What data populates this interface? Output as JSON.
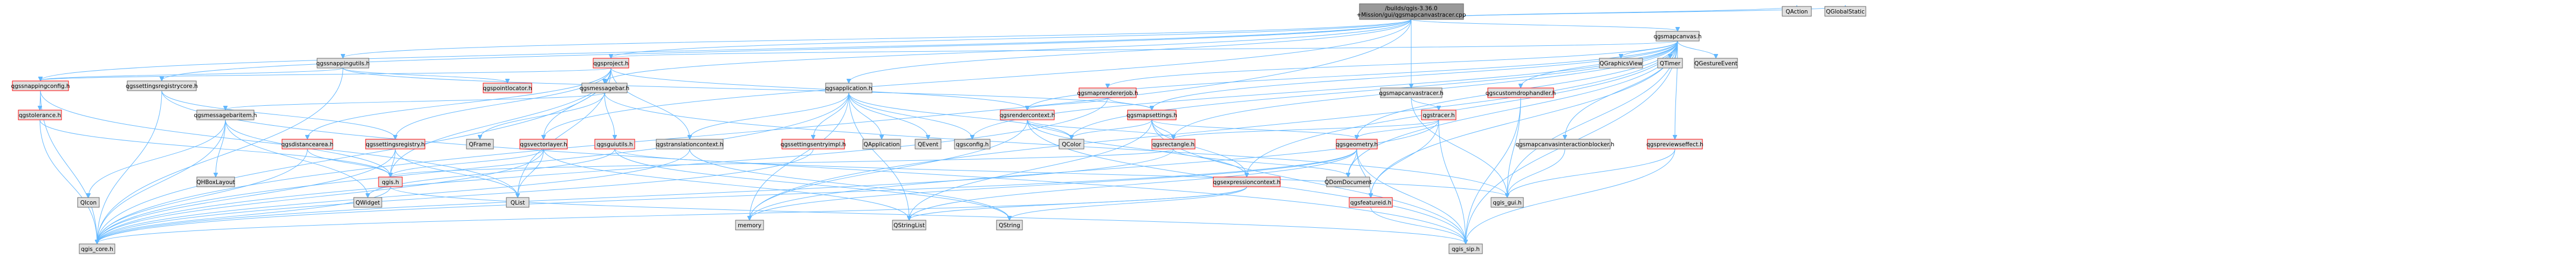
{
  "root": {
    "line1": "/builds/qgis-3.36.0",
    "line2": "+Mission/gui/qgsmapcanvastracer.cpp"
  },
  "colors": {
    "edge": "#63b8ff",
    "node_fill": "#e0e0e0",
    "node_border": "#666666",
    "node_link_border": "#ff0000",
    "root_fill": "#999999"
  },
  "nodes": [
    {
      "id": "qgsmapcanvas_h",
      "label": "qgsmapcanvas.h",
      "style": "plain"
    },
    {
      "id": "qgsproject_h",
      "label": "qgsproject.h",
      "style": "red"
    },
    {
      "id": "qgssnappingutils_h",
      "label": "qgssnappingutils.h",
      "style": "plain"
    },
    {
      "id": "qgssnappingconfig_h",
      "label": "qgssnappingconfig.h",
      "style": "red"
    },
    {
      "id": "qgstolerance_h",
      "label": "qgstolerance.h",
      "style": "red"
    },
    {
      "id": "qgssettingsregistrycore_h",
      "label": "qgssettingsregistrycore.h",
      "style": "plain"
    },
    {
      "id": "qgsmessagebaritem_h",
      "label": "qgsmessagebaritem.h",
      "style": "plain"
    },
    {
      "id": "qgspointlocator_h",
      "label": "qgspointlocator.h",
      "style": "red"
    },
    {
      "id": "qgsmessagebar_h",
      "label": "qgsmessagebar.h",
      "style": "plain"
    },
    {
      "id": "qgsapplication_h",
      "label": "qgsapplication.h",
      "style": "plain"
    },
    {
      "id": "qgsrendercontext_h",
      "label": "qgsrendercontext.h",
      "style": "red"
    },
    {
      "id": "qgsmaprendererjob_h",
      "label": "qgsmaprendererjob.h",
      "style": "red"
    },
    {
      "id": "qgsmapsettings_h",
      "label": "qgsmapsettings.h",
      "style": "red"
    },
    {
      "id": "qgsmapcanvastracer_h",
      "label": "qgsmapcanvastracer.h",
      "style": "plain"
    },
    {
      "id": "qgscustomdrophandler_h",
      "label": "qgscustomdrophandler.h",
      "style": "red"
    },
    {
      "id": "qgstracer_h",
      "label": "qgstracer.h",
      "style": "red"
    },
    {
      "id": "qgsmapcanvasinteractionblocker_h",
      "label": "qgsmapcanvasinteractionblocker.h",
      "style": "plain"
    },
    {
      "id": "qgspreviewseffect_h",
      "label": "qgspreviewseffect.h",
      "style": "red"
    },
    {
      "id": "qgsdistancearea_h",
      "label": "qgsdistancearea.h",
      "style": "red"
    },
    {
      "id": "qgssettingsregistry_h",
      "label": "qgssettingsregistry.h",
      "style": "red"
    },
    {
      "id": "qgsvectorlayer_h",
      "label": "qgsvectorlayer.h",
      "style": "red"
    },
    {
      "id": "qgsguiutils_h",
      "label": "qgsguiutils.h",
      "style": "red"
    },
    {
      "id": "qgstranslationcontext_h",
      "label": "qgstranslationcontext.h",
      "style": "plain"
    },
    {
      "id": "qgssettingsentryimpl_h",
      "label": "qgssettingsentryimpl.h",
      "style": "red"
    },
    {
      "id": "qgsrectangle_h",
      "label": "qgsrectangle.h",
      "style": "red"
    },
    {
      "id": "qgsgeometry_h",
      "label": "qgsgeometry.h",
      "style": "red"
    },
    {
      "id": "qgsexpressioncontext_h",
      "label": "qgsexpressioncontext.h",
      "style": "red"
    },
    {
      "id": "qgsfeatureid_h",
      "label": "qgsfeatureid.h",
      "style": "red"
    },
    {
      "id": "qgis_h",
      "label": "qgis.h",
      "style": "red"
    },
    {
      "id": "qgsconfig_h",
      "label": "qgsconfig.h",
      "style": "plain"
    },
    {
      "id": "QColor",
      "label": "QColor",
      "style": "plain"
    },
    {
      "id": "QFrame",
      "label": "QFrame",
      "style": "plain"
    },
    {
      "id": "QApplication",
      "label": "QApplication",
      "style": "plain"
    },
    {
      "id": "QEvent",
      "label": "QEvent",
      "style": "plain"
    },
    {
      "id": "QGraphicsView",
      "label": "QGraphicsView",
      "style": "plain"
    },
    {
      "id": "QTimer",
      "label": "QTimer",
      "style": "plain"
    },
    {
      "id": "QGestureEvent",
      "label": "QGestureEvent",
      "style": "plain"
    },
    {
      "id": "QAction",
      "label": "QAction",
      "style": "plain"
    },
    {
      "id": "QGlobalStatic",
      "label": "QGlobalStatic",
      "style": "plain"
    },
    {
      "id": "QIcon",
      "label": "QIcon",
      "style": "plain"
    },
    {
      "id": "QHBoxLayout",
      "label": "QHBoxLayout",
      "style": "plain"
    },
    {
      "id": "QWidget",
      "label": "QWidget",
      "style": "plain"
    },
    {
      "id": "QList",
      "label": "QList",
      "style": "plain"
    },
    {
      "id": "QStringList",
      "label": "QStringList",
      "style": "plain"
    },
    {
      "id": "QString",
      "label": "QString",
      "style": "plain"
    },
    {
      "id": "QDomDocument",
      "label": "QDomDocument",
      "style": "plain"
    },
    {
      "id": "memory",
      "label": "memory",
      "style": "plain"
    },
    {
      "id": "qgis_core_h",
      "label": "qgis_core.h",
      "style": "plain"
    },
    {
      "id": "qgis_gui_h",
      "label": "qgis_gui.h",
      "style": "plain"
    },
    {
      "id": "qgis_sip_h",
      "label": "qgis_sip.h",
      "style": "plain"
    }
  ],
  "edges": [
    [
      "root",
      "qgsmapcanvas_h"
    ],
    [
      "root",
      "qgsproject_h"
    ],
    [
      "root",
      "qgssnappingutils_h"
    ],
    [
      "root",
      "qgssnappingconfig_h"
    ],
    [
      "root",
      "qgssettingsregistrycore_h"
    ],
    [
      "root",
      "qgsmessagebar_h"
    ],
    [
      "root",
      "qgsapplication_h"
    ],
    [
      "root",
      "qgsmapcanvastracer_h"
    ],
    [
      "root",
      "qgsvectorlayer_h"
    ],
    [
      "root",
      "qgis_core_h"
    ],
    [
      "root",
      "QAction"
    ],
    [
      "root",
      "QGlobalStatic"
    ],
    [
      "qgsmapcanvas_h",
      "qgsconfig_h"
    ],
    [
      "qgsmapcanvas_h",
      "qgsmaprendererjob_h"
    ],
    [
      "qgsmapcanvas_h",
      "qgsmapsettings_h"
    ],
    [
      "qgsmapcanvas_h",
      "qgsproject_h"
    ],
    [
      "qgsmapcanvas_h",
      "qgsrendercontext_h"
    ],
    [
      "qgsmapcanvas_h",
      "qgsrectangle_h"
    ],
    [
      "qgsmapcanvas_h",
      "qgsgeometry_h"
    ],
    [
      "qgsmapcanvas_h",
      "qgsfeatureid_h"
    ],
    [
      "qgsmapcanvas_h",
      "qgis_gui_h"
    ],
    [
      "qgsmapcanvas_h",
      "qgis_sip_h"
    ],
    [
      "qgsmapcanvas_h",
      "QGraphicsView"
    ],
    [
      "qgsmapcanvas_h",
      "QTimer"
    ],
    [
      "qgsmapcanvas_h",
      "QGestureEvent"
    ],
    [
      "qgsmapcanvas_h",
      "QColor"
    ],
    [
      "qgsmapcanvas_h",
      "QDomDocument"
    ],
    [
      "qgsmapcanvas_h",
      "qgscustomdrophandler_h"
    ],
    [
      "qgsmapcanvas_h",
      "qgsmapcanvasinteractionblocker_h"
    ],
    [
      "qgsmapcanvas_h",
      "qgspreviewseffect_h"
    ],
    [
      "qgsmapcanvas_h",
      "qgsexpressioncontext_h"
    ],
    [
      "qgsmapcanvas_h",
      "memory"
    ],
    [
      "qgsproject_h",
      "qgsrendercontext_h"
    ],
    [
      "qgsproject_h",
      "qgstranslationcontext_h"
    ],
    [
      "qgsproject_h",
      "QList"
    ],
    [
      "qgsproject_h",
      "qgis_core_h"
    ],
    [
      "qgsproject_h",
      "qgsvectorlayer_h"
    ],
    [
      "qgsproject_h",
      "qgssnappingconfig_h"
    ],
    [
      "qgsproject_h",
      "qgsdistancearea_h"
    ],
    [
      "qgsproject_h",
      "qgssettingsregistry_h"
    ],
    [
      "qgsproject_h",
      "qgis_h"
    ],
    [
      "qgssnappingutils_h",
      "qgsmapsettings_h"
    ],
    [
      "qgssnappingutils_h",
      "qgssnappingconfig_h"
    ],
    [
      "qgssnappingutils_h",
      "qgspointlocator_h"
    ],
    [
      "qgssnappingutils_h",
      "qgis_core_h"
    ],
    [
      "qgssnappingconfig_h",
      "qgstolerance_h"
    ],
    [
      "qgssnappingconfig_h",
      "qgis_core_h"
    ],
    [
      "qgssnappingconfig_h",
      "QList"
    ],
    [
      "qgstolerance_h",
      "qgis_core_h"
    ],
    [
      "qgstolerance_h",
      "qgis_h"
    ],
    [
      "qgssettingsregistrycore_h",
      "qgssettingsregistry_h"
    ],
    [
      "qgssettingsregistrycore_h",
      "qgis_core_h"
    ],
    [
      "qgssettingsregistrycore_h",
      "qgis_sip_h"
    ],
    [
      "qgsmessagebar_h",
      "qgsmessagebaritem_h"
    ],
    [
      "qgsmessagebar_h",
      "QFrame"
    ],
    [
      "qgsmessagebar_h",
      "qgis_gui_h"
    ],
    [
      "qgsmessagebar_h",
      "qgsguiutils_h"
    ],
    [
      "qgsmessagebaritem_h",
      "QIcon"
    ],
    [
      "qgsmessagebaritem_h",
      "QHBoxLayout"
    ],
    [
      "qgsmessagebaritem_h",
      "QWidget"
    ],
    [
      "qgsmessagebaritem_h",
      "qgis_core_h"
    ],
    [
      "qgsmessagebaritem_h",
      "qgis_h"
    ],
    [
      "qgsapplication_h",
      "qgsconfig_h"
    ],
    [
      "qgsapplication_h",
      "QApplication"
    ],
    [
      "qgsapplication_h",
      "QEvent"
    ],
    [
      "qgsapplication_h",
      "QStringList"
    ],
    [
      "qgsapplication_h",
      "qgis_core_h"
    ],
    [
      "qgsapplication_h",
      "qgstranslationcontext_h"
    ],
    [
      "qgsapplication_h",
      "qgssettingsentryimpl_h"
    ],
    [
      "qgsapplication_h",
      "memory"
    ],
    [
      "qgsapplication_h",
      "QColor"
    ],
    [
      "qgsrendercontext_h",
      "qgsrectangle_h"
    ],
    [
      "qgsrendercontext_h",
      "qgsexpressioncontext_h"
    ],
    [
      "qgsrendercontext_h",
      "QColor"
    ],
    [
      "qgsrendercontext_h",
      "qgis_sip_h"
    ],
    [
      "qgsrendercontext_h",
      "memory"
    ],
    [
      "qgsmaprendererjob_h",
      "qgsmapsettings_h"
    ],
    [
      "qgsmaprendererjob_h",
      "qgsrendercontext_h"
    ],
    [
      "qgsmaprendererjob_h",
      "qgis_core_h"
    ],
    [
      "qgsmapsettings_h",
      "qgsrectangle_h"
    ],
    [
      "qgsmapsettings_h",
      "qgsgeometry_h"
    ],
    [
      "qgsmapsettings_h",
      "qgsexpressioncontext_h"
    ],
    [
      "qgsmapsettings_h",
      "QColor"
    ],
    [
      "qgsmapsettings_h",
      "QStringList"
    ],
    [
      "qgsmapsettings_h",
      "qgis_sip_h"
    ],
    [
      "qgsmapcanvastracer_h",
      "qgstracer_h"
    ],
    [
      "qgsmapcanvastracer_h",
      "qgis_gui_h"
    ],
    [
      "qgscustomdrophandler_h",
      "qgis_gui_h"
    ],
    [
      "qgscustomdrophandler_h",
      "qgis_sip_h"
    ],
    [
      "qgstracer_h",
      "qgsgeometry_h"
    ],
    [
      "qgstracer_h",
      "qgsfeatureid_h"
    ],
    [
      "qgstracer_h",
      "qgsrectangle_h"
    ],
    [
      "qgstracer_h",
      "qgis_sip_h"
    ],
    [
      "qgstracer_h",
      "memory"
    ],
    [
      "qgsmapcanvasinteractionblocker_h",
      "qgis_gui_h"
    ],
    [
      "qgspreviewseffect_h",
      "qgis_gui_h"
    ],
    [
      "qgspreviewseffect_h",
      "qgis_sip_h"
    ],
    [
      "qgsdistancearea_h",
      "qgis_core_h"
    ],
    [
      "qgsdistancearea_h",
      "qgis_h"
    ],
    [
      "qgssettingsregistry_h",
      "qgis_core_h"
    ],
    [
      "qgssettingsregistry_h",
      "qgis_h"
    ],
    [
      "qgssettingsregistry_h",
      "QList"
    ],
    [
      "qgsvectorlayer_h",
      "qgis_core_h"
    ],
    [
      "qgsvectorlayer_h",
      "QList"
    ],
    [
      "qgsvectorlayer_h",
      "QStringList"
    ],
    [
      "qgsvectorlayer_h",
      "qgis_h"
    ],
    [
      "qgsguiutils_h",
      "QWidget"
    ],
    [
      "qgsguiutils_h",
      "qgis_gui_h"
    ],
    [
      "qgsguiutils_h",
      "QString"
    ],
    [
      "qgstranslationcontext_h",
      "qgis_core_h"
    ],
    [
      "qgstranslationcontext_h",
      "QString"
    ],
    [
      "qgssettingsentryimpl_h",
      "qgis_core_h"
    ],
    [
      "qgsrectangle_h",
      "qgis_core_h"
    ],
    [
      "qgsrectangle_h",
      "qgis_h"
    ],
    [
      "qgsrectangle_h",
      "QDomDocument"
    ],
    [
      "qgsgeometry_h",
      "qgis_core_h"
    ],
    [
      "qgsgeometry_h",
      "qgsfeatureid_h"
    ],
    [
      "qgsgeometry_h",
      "qgis_sip_h"
    ],
    [
      "qgsgeometry_h",
      "QDomDocument"
    ],
    [
      "qgsgeometry_h",
      "memory"
    ],
    [
      "qgsgeometry_h",
      "QStringList"
    ],
    [
      "qgsexpressioncontext_h",
      "qgis_core_h"
    ],
    [
      "qgsexpressioncontext_h",
      "QStringList"
    ],
    [
      "qgsexpressioncontext_h",
      "QString"
    ],
    [
      "qgsfeatureid_h",
      "qgis_sip_h"
    ],
    [
      "qgis_h",
      "qgis_core_h"
    ],
    [
      "qgis_h",
      "qgis_sip_h"
    ]
  ]
}
